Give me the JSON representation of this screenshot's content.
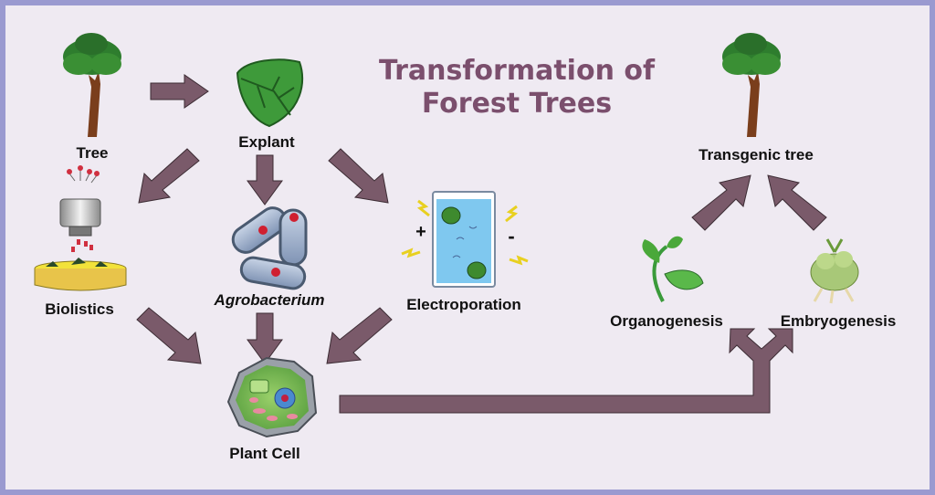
{
  "title": {
    "line1": "Transformation of",
    "line2": "Forest Trees"
  },
  "labels": {
    "tree": "Tree",
    "explant": "Explant",
    "biolistics": "Biolistics",
    "agrobacterium": "Agrobacterium",
    "electroporation": "Electroporation",
    "plant_cell": "Plant Cell",
    "transgenic_tree": "Transgenic tree",
    "organogenesis": "Organogenesis",
    "embryogenesis": "Embryogenesis"
  },
  "electroporation_signs": {
    "plus": "+",
    "minus": "-"
  },
  "icons": [
    "tree-icon",
    "leaf-icon",
    "biolistics-gun-icon",
    "agrobacterium-icon",
    "electroporation-cuvette-icon",
    "plant-cell-icon",
    "transgenic-tree-icon",
    "organogenesis-sprout-icon",
    "embryogenesis-embryo-icon"
  ],
  "colors": {
    "arrow": "#7a5a6a",
    "title": "#7b4f6d",
    "background": "#efeaf2",
    "frame": "#9a9ad0"
  }
}
